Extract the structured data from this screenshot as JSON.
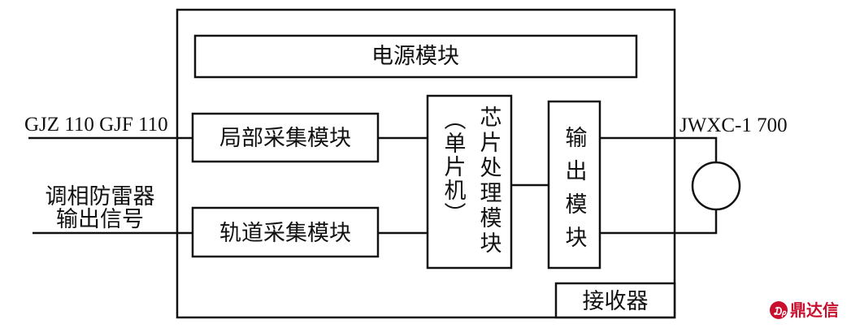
{
  "diagram": {
    "power_module": "电源模块",
    "local_acq_module": "局部采集模块",
    "track_acq_module": "轨道采集模块",
    "chip_line1": "芯片处理模块",
    "chip_line2": "（单片机）",
    "output_module": "输出模块",
    "receiver": "接收器",
    "input_top_label": "GJZ 110 GJF 110",
    "input_bottom_line1": "调相防雷器",
    "input_bottom_line2": "输出信号",
    "output_label": "JWXC-1 700"
  },
  "watermark": {
    "text": "鼎达信",
    "color": "#c8102e"
  }
}
